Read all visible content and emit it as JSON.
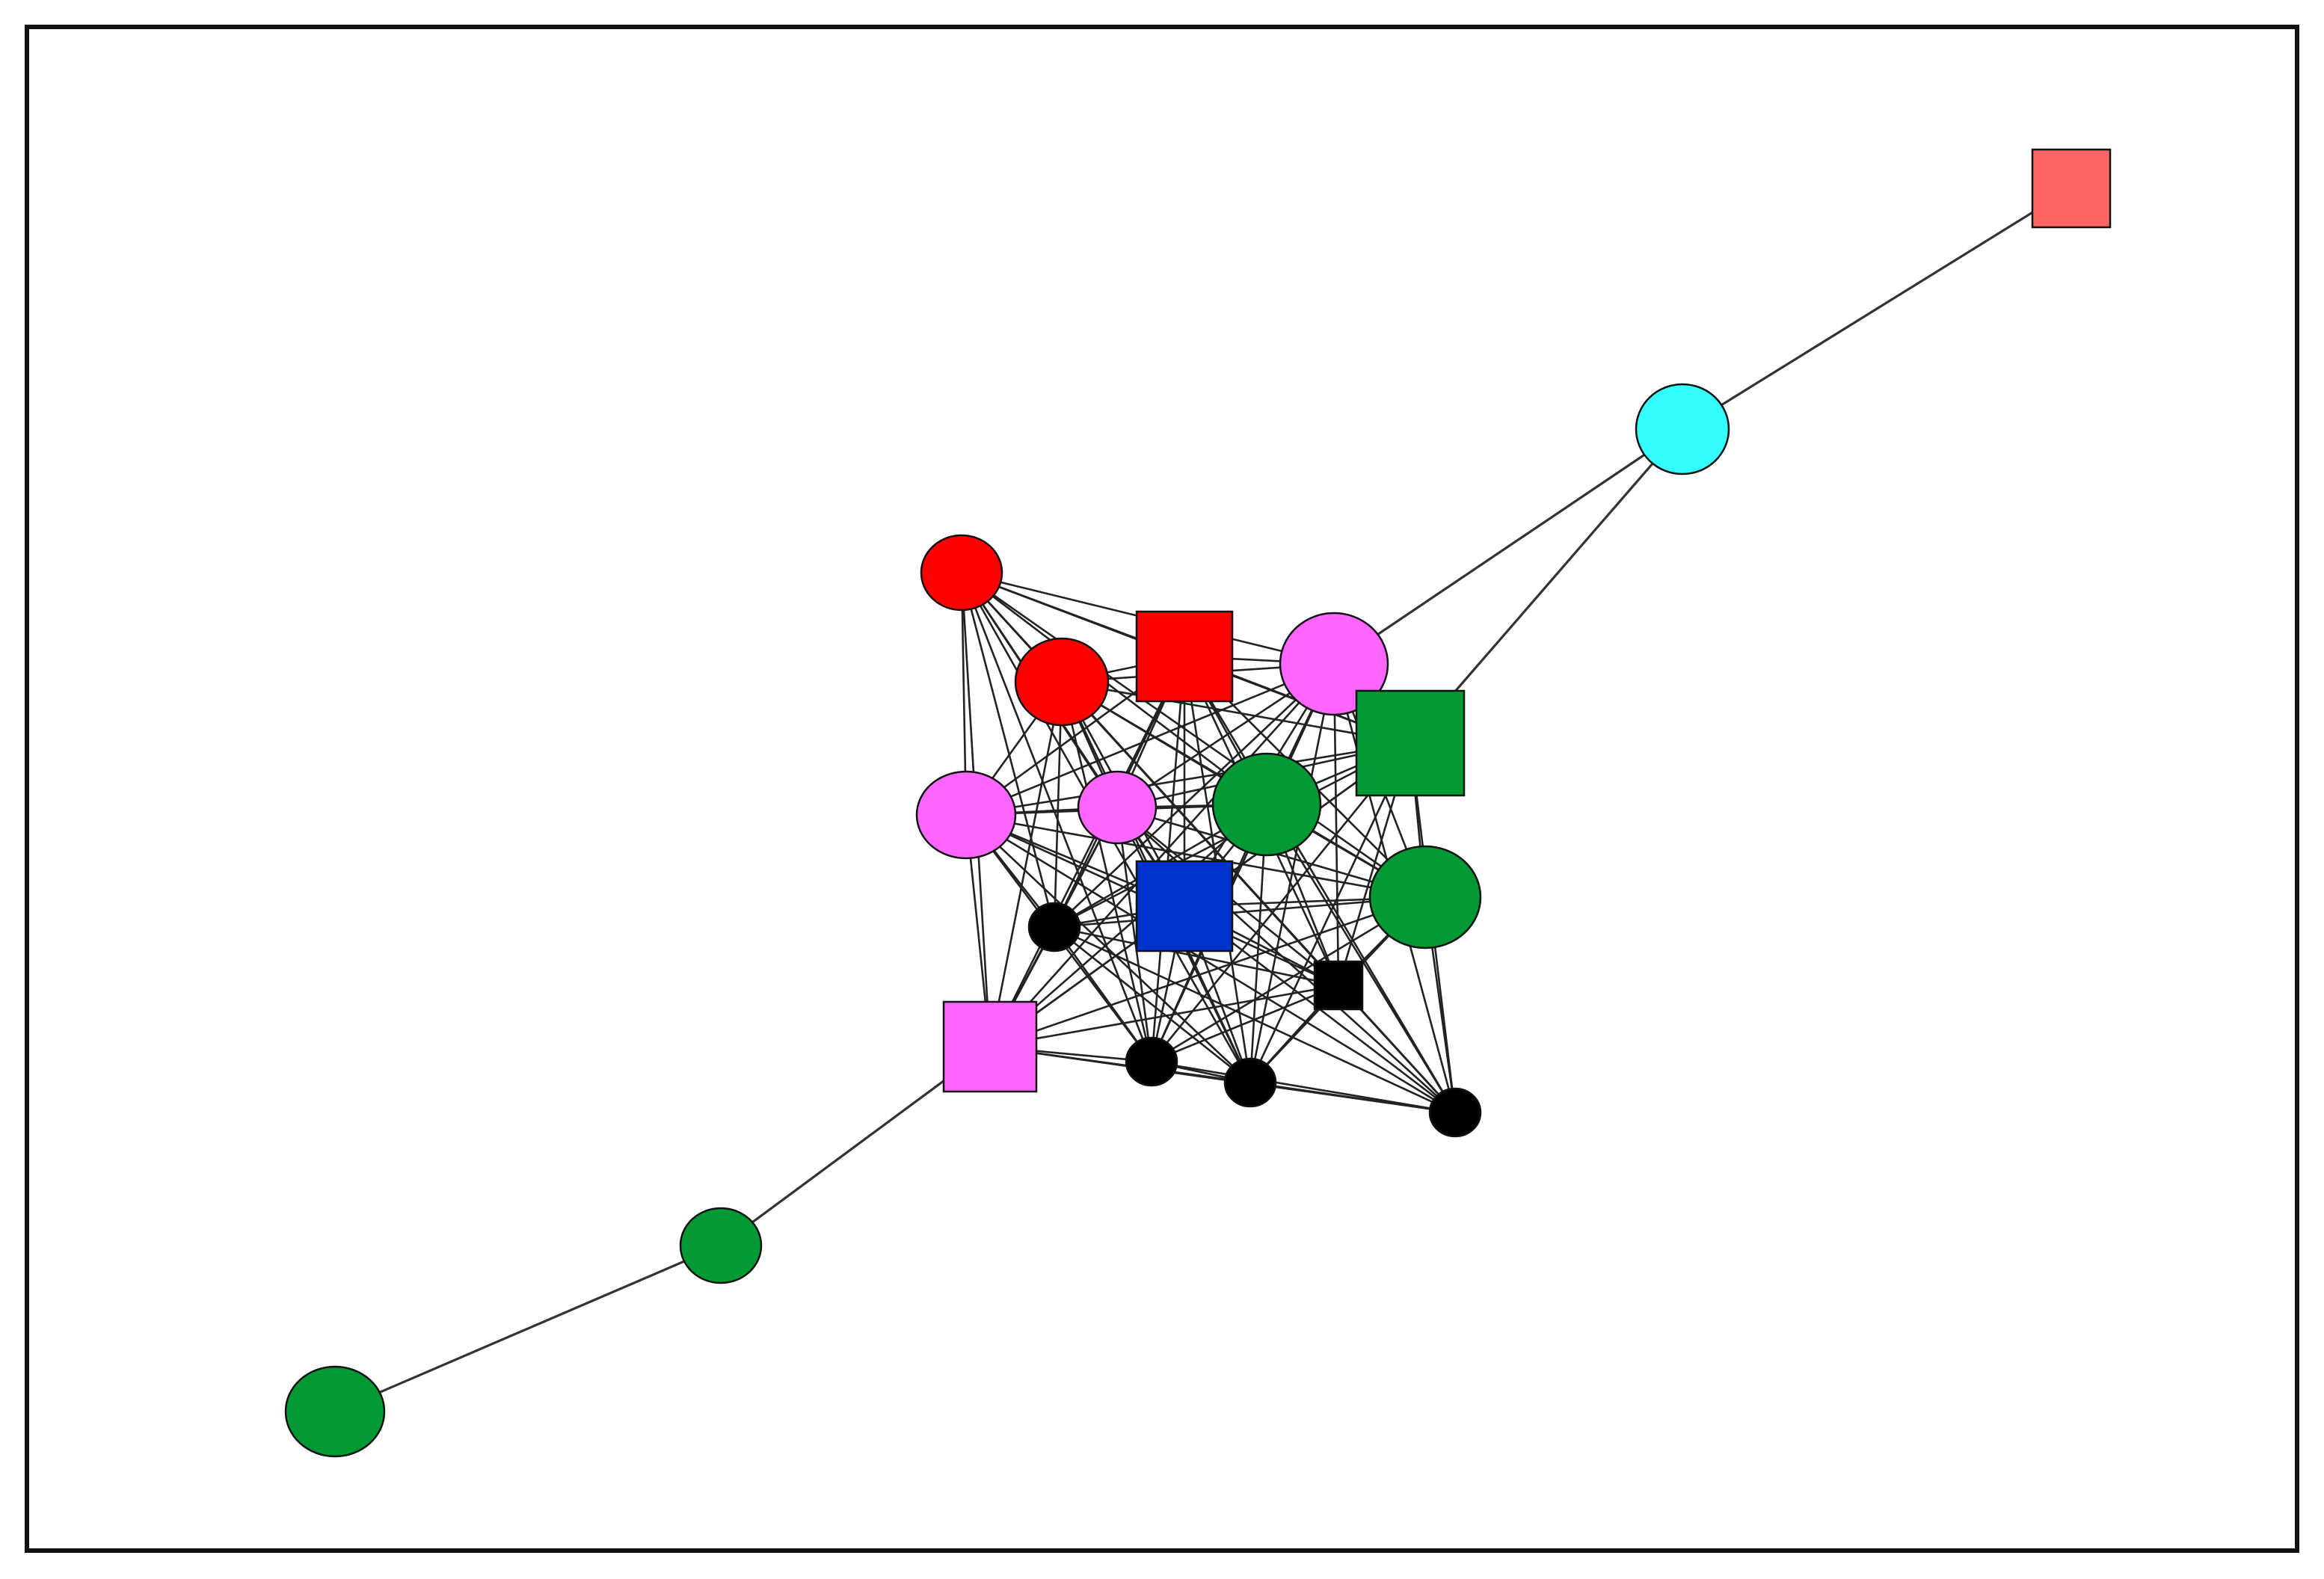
{
  "diagram": {
    "type": "network-graph",
    "colors": {
      "red": "#ff0000",
      "salmon": "#ff6666",
      "cyan": "#33ffff",
      "magenta": "#ff66ff",
      "green": "#009933",
      "blue": "#0033cc",
      "black": "#000000"
    },
    "nodes": [
      {
        "id": "n1",
        "shape": "square",
        "color": "salmon"
      },
      {
        "id": "n2",
        "shape": "circle",
        "color": "cyan"
      },
      {
        "id": "n3",
        "shape": "circle",
        "color": "red"
      },
      {
        "id": "n4",
        "shape": "circle",
        "color": "red"
      },
      {
        "id": "n5",
        "shape": "square",
        "color": "red"
      },
      {
        "id": "n6",
        "shape": "circle",
        "color": "magenta"
      },
      {
        "id": "n7",
        "shape": "square",
        "color": "green"
      },
      {
        "id": "n8",
        "shape": "circle",
        "color": "magenta"
      },
      {
        "id": "n9",
        "shape": "circle",
        "color": "magenta"
      },
      {
        "id": "n10",
        "shape": "circle",
        "color": "green"
      },
      {
        "id": "n11",
        "shape": "square",
        "color": "blue"
      },
      {
        "id": "n12",
        "shape": "circle",
        "color": "green"
      },
      {
        "id": "n13",
        "shape": "circle",
        "color": "black"
      },
      {
        "id": "n14",
        "shape": "square",
        "color": "black"
      },
      {
        "id": "n15",
        "shape": "square",
        "color": "magenta"
      },
      {
        "id": "n16",
        "shape": "circle",
        "color": "black"
      },
      {
        "id": "n17",
        "shape": "circle",
        "color": "black"
      },
      {
        "id": "n18",
        "shape": "circle",
        "color": "black"
      },
      {
        "id": "n19",
        "shape": "circle",
        "color": "green"
      },
      {
        "id": "n20",
        "shape": "circle",
        "color": "green"
      }
    ],
    "peripheral_edges": [
      [
        "n1",
        "n2"
      ],
      [
        "n2",
        "n6"
      ],
      [
        "n2",
        "n7"
      ],
      [
        "n15",
        "n19"
      ],
      [
        "n19",
        "n20"
      ]
    ],
    "core_members": [
      "n3",
      "n4",
      "n5",
      "n6",
      "n7",
      "n8",
      "n9",
      "n10",
      "n11",
      "n12",
      "n13",
      "n14",
      "n15",
      "n16",
      "n17",
      "n18"
    ],
    "core_edges": "fully-connected"
  }
}
